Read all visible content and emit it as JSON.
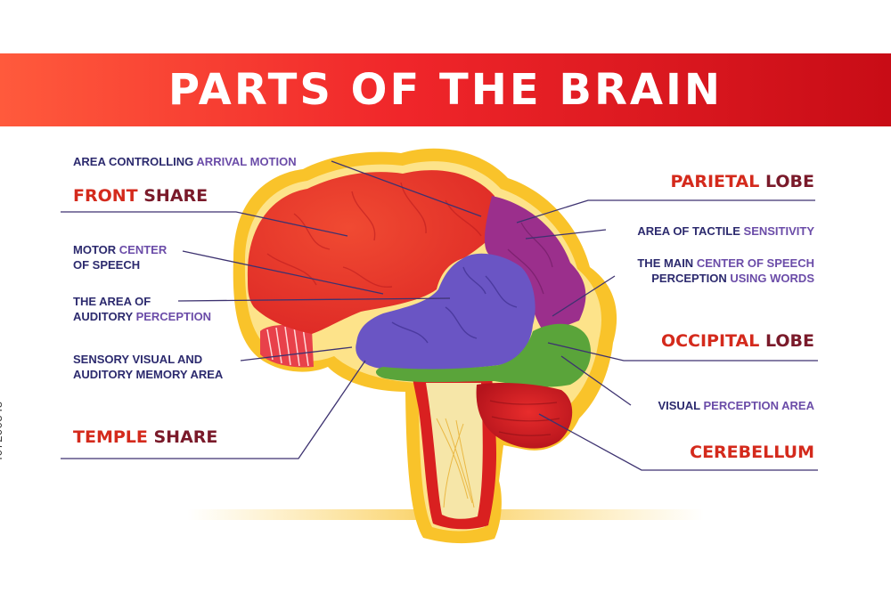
{
  "title": "PARTS OF THE BRAIN",
  "stock_id": "407200848",
  "colors": {
    "banner_left": "#ff5a3c",
    "banner_right": "#c80c16",
    "heading_red": "#d42a1c",
    "heading_dark": "#7a1a2a",
    "label_navy": "#2c2a6e",
    "label_purple": "#6b4ca8",
    "leader_line": "#3d3270",
    "frontal": "#e8352b",
    "parietal": "#9b2f8c",
    "temporal": "#6a55c4",
    "occipital": "#5aa43a",
    "cerebellum": "#d91f28",
    "outline": "#f7b81c"
  },
  "labels": {
    "area_motion": {
      "a": "AREA CONTROLLING ",
      "b": "ARRIVAL MOTION"
    },
    "front_share": {
      "a": "FRONT ",
      "b": "SHARE"
    },
    "motor_center": {
      "l1a": "MOTOR ",
      "l1b": "CENTER",
      "l2": "OF SPEECH"
    },
    "auditory_perception": {
      "l1": "THE AREA OF",
      "l2a": "AUDITORY ",
      "l2b": "PERCEPTION"
    },
    "sensory_memory": {
      "l1": "SENSORY VISUAL AND",
      "l2": "AUDITORY MEMORY AREA"
    },
    "temple_share": {
      "a": "TEMPLE ",
      "b": "SHARE"
    },
    "parietal_lobe": {
      "a": "PARIETAL ",
      "b": "LOBE"
    },
    "tactile": {
      "a": "AREA OF TACTILE ",
      "b": "SENSITIVITY"
    },
    "speech_center": {
      "l1a": "THE MAIN ",
      "l1b": "CENTER OF SPEECH",
      "l2a": "PERCEPTION ",
      "l2b": "USING WORDS"
    },
    "occipital_lobe": {
      "a": "OCCIPITAL ",
      "b": "LOBE"
    },
    "visual_perception": {
      "a": "VISUAL ",
      "b": "PERCEPTION AREA"
    },
    "cerebellum": "CEREBELLUM"
  }
}
